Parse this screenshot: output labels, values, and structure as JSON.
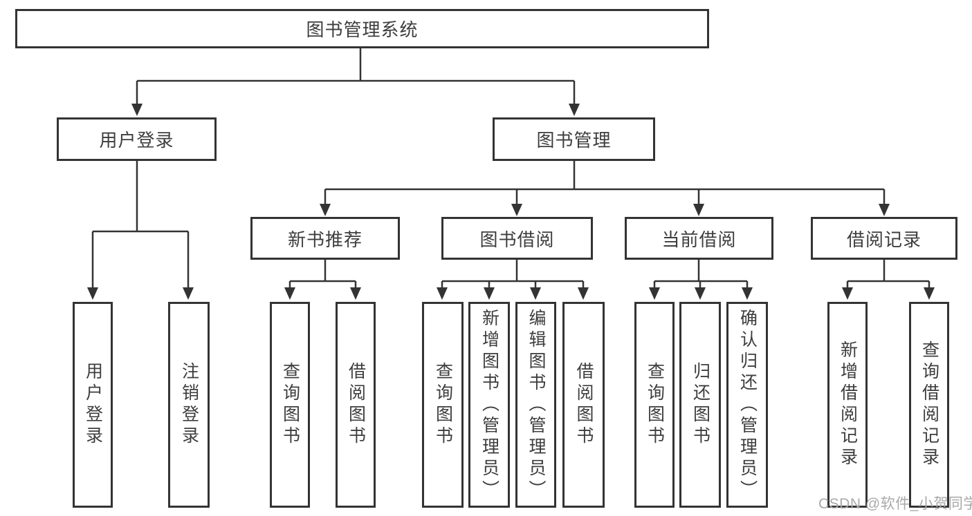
{
  "tree": {
    "label": "图书管理系统",
    "children": [
      {
        "label": "用户登录",
        "children": [
          {
            "label": "用户登录"
          },
          {
            "label": "注销登录"
          }
        ]
      },
      {
        "label": "图书管理",
        "children": [
          {
            "label": "新书推荐",
            "children": [
              {
                "label": "查询图书"
              },
              {
                "label": "借阅图书"
              }
            ]
          },
          {
            "label": "图书借阅",
            "children": [
              {
                "label": "查询图书"
              },
              {
                "label": "新增图书（管理员）"
              },
              {
                "label": "编辑图书（管理员）"
              },
              {
                "label": "借阅图书"
              }
            ]
          },
          {
            "label": "当前借阅",
            "children": [
              {
                "label": "查询图书"
              },
              {
                "label": "归还图书"
              },
              {
                "label": "确认归还（管理员）"
              }
            ]
          },
          {
            "label": "借阅记录",
            "children": [
              {
                "label": "新增借阅记录"
              },
              {
                "label": "查询借阅记录"
              }
            ]
          }
        ]
      }
    ]
  },
  "watermark": {
    "text": "CSDN @软件_小贺同学",
    "color": "#a9a9a9"
  },
  "colors": {
    "line": "#333333",
    "box_border": "#333333",
    "text": "#3d3d3d",
    "background": "#ffffff"
  }
}
